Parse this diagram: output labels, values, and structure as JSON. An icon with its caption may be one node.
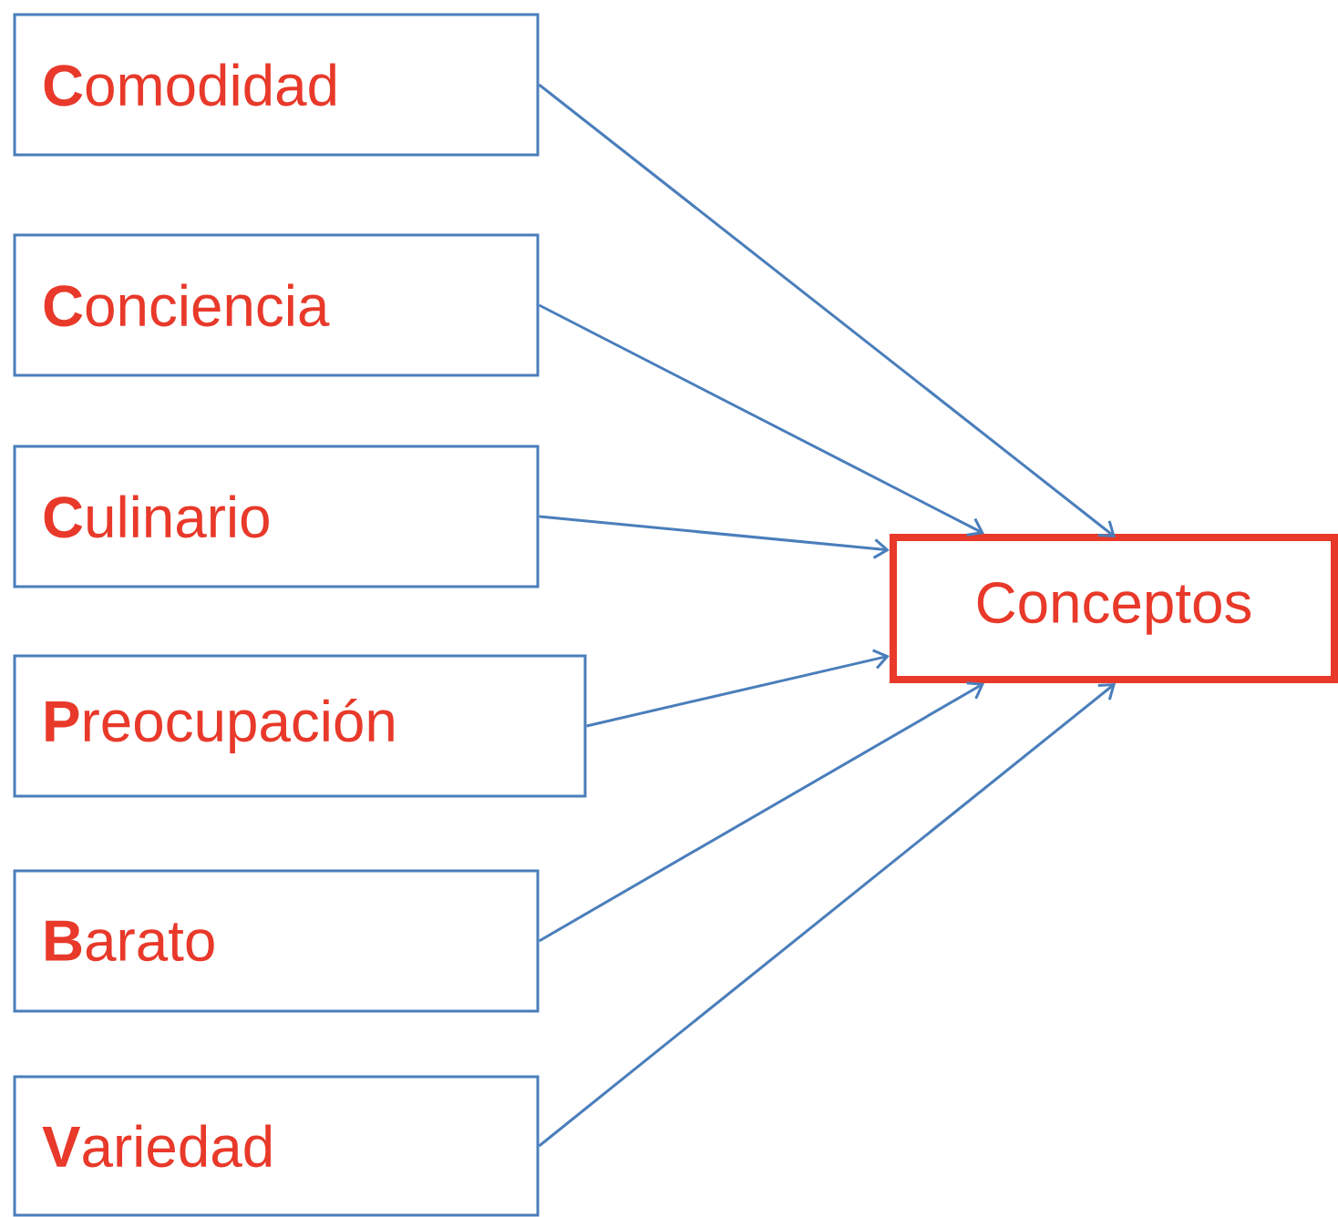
{
  "diagram": {
    "nodes": [
      {
        "text": [
          "**C**omodidad"
        ]
      },
      {
        "text": [
          "**C**onciencia"
        ]
      },
      {
        "text": [
          "**C**ulinario"
        ]
      },
      {
        "text": [
          "**P**reocupación"
        ]
      },
      {
        "text": [
          "**B**arato"
        ]
      },
      {
        "text": [
          "**V**ariedad"
        ]
      },
      {
        "text": [
          "Conceptos"
        ]
      }
    ],
    "edges": [
      {
        "from": 0,
        "to": 6,
        "arrow": "to"
      },
      {
        "from": 1,
        "to": 6,
        "arrow": "to"
      },
      {
        "from": 2,
        "to": 6,
        "arrow": "to"
      },
      {
        "from": 3,
        "to": 6,
        "arrow": "to"
      },
      {
        "from": 4,
        "to": 6,
        "arrow": "to"
      },
      {
        "from": 5,
        "to": 6,
        "arrow": "to"
      }
    ]
  }
}
